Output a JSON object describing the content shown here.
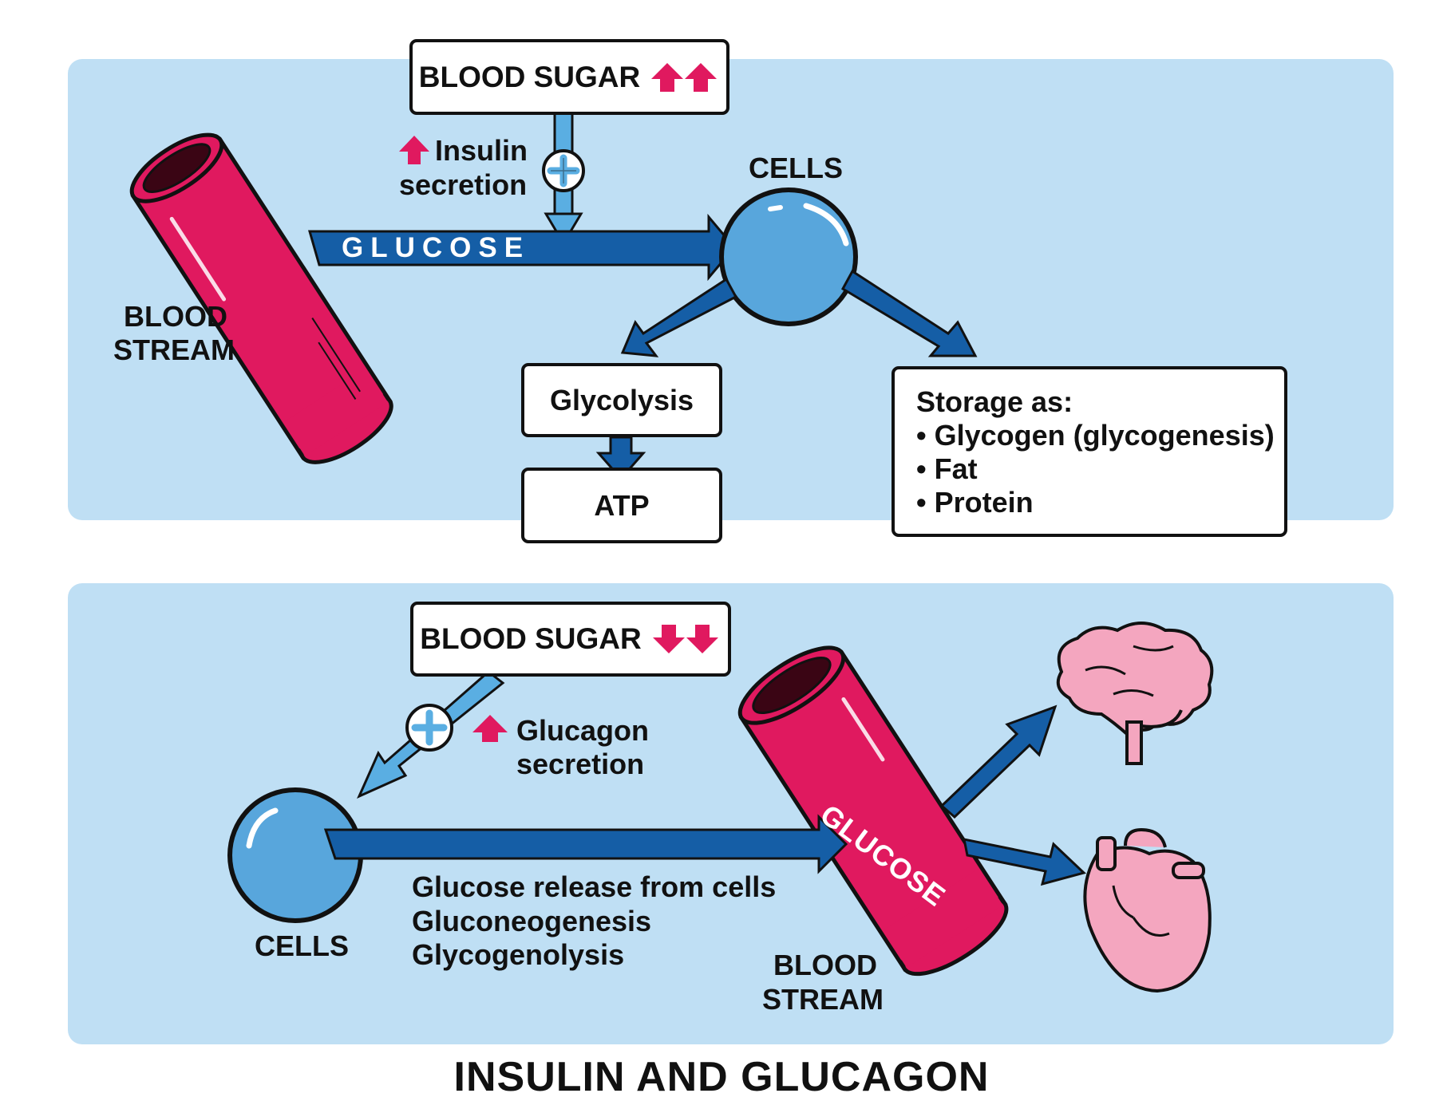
{
  "title": "INSULIN AND GLUCAGON",
  "colors": {
    "panel": "#bfdff4",
    "vessel": "#e0195f",
    "cell": "#58a6dc",
    "arrow_dark": "#155ea6",
    "arrow_light": "#5aaee2",
    "up_down_marker": "#e0195f",
    "organ": "#f4a6bf"
  },
  "top": {
    "blood_sugar_label": "BLOOD SUGAR",
    "blood_sugar_trend": "up-up",
    "hormone_line1": "Insulin",
    "hormone_line2": "secretion",
    "glucose_label": "GLUCOSE",
    "cells_label": "CELLS",
    "bloodstream_line1": "BLOOD",
    "bloodstream_line2": "STREAM",
    "glycolysis_label": "Glycolysis",
    "atp_label": "ATP",
    "storage_title": "Storage as:",
    "storage_items": [
      "Glycogen (glycogenesis)",
      "Fat",
      "Protein"
    ]
  },
  "bottom": {
    "blood_sugar_label": "BLOOD SUGAR",
    "blood_sugar_trend": "down-down",
    "hormone_line1": "Glucagon",
    "hormone_line2": "secretion",
    "cells_label": "CELLS",
    "glucose_label": "GLUCOSE",
    "process_lines": [
      "Glucose release from cells",
      "Gluconeogenesis",
      "Glycogenolysis"
    ],
    "bloodstream_line1": "BLOOD",
    "bloodstream_line2": "STREAM",
    "organs": [
      "brain-icon",
      "heart-icon"
    ]
  }
}
